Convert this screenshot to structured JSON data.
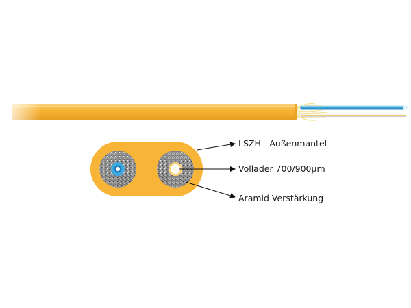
{
  "colors": {
    "jacket": "#f7b436",
    "jacket_light": "#fcd27a",
    "jacket_dark": "#e39b1f",
    "aramid": "#f3e08a",
    "fiber_blue": "#3da9e0",
    "fiber_white": "#f4f4f4",
    "filler_gray": "#8a8a8a",
    "leader_line": "#111111"
  },
  "icons": {
    "pointer": "arrow-icon"
  },
  "labels": {
    "jacket": "LSZH - Außenmantel",
    "buffer": "Vollader 700/900µm",
    "aramid": "Aramid Verstärkung"
  }
}
